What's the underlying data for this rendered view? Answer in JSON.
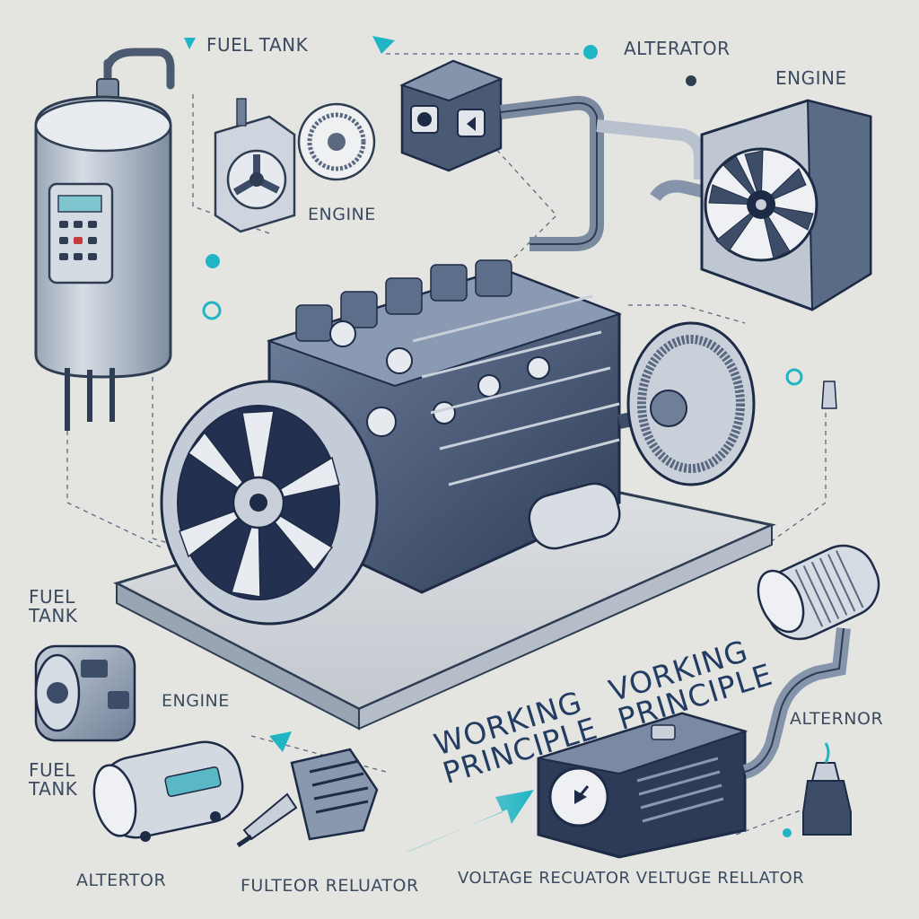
{
  "labels": {
    "fuel_tank_top": "FUEL TANK",
    "alterator": "ALTERATOR",
    "engine_top_right": "ENGINE",
    "engine_mid": "ENGINE",
    "fuel_tank_left_1": "FUEL",
    "fuel_tank_left_2": "TANK",
    "engine_left": "ENGINE",
    "fuel_tank_left2_1": "FUEL",
    "fuel_tank_left2_2": "TANK",
    "alternor": "ALTERNOR",
    "altertor": "ALTERTOR",
    "fulteor_reluator": "FULTEOR RELUATOR",
    "voltage_reluators": "VOLTAGE RECUATOR VELTUGE RELLATOR"
  },
  "title": {
    "line1a": "WORKING",
    "line2a": "PRINCIPLE",
    "line1b": "VORKING",
    "line2b": "PRINCIPLE"
  },
  "colors": {
    "background": "#e4e5e1",
    "ink": "#2f3d52",
    "steel_light": "#c9d0da",
    "steel_mid": "#8b9ab0",
    "steel_dark": "#3d4d68",
    "accent_teal": "#1fb5c4",
    "navy": "#1e2b47"
  },
  "icons": [
    "fan-icon",
    "gauge-icon",
    "arrow-icon",
    "control-panel-icon",
    "pipe-icon"
  ]
}
